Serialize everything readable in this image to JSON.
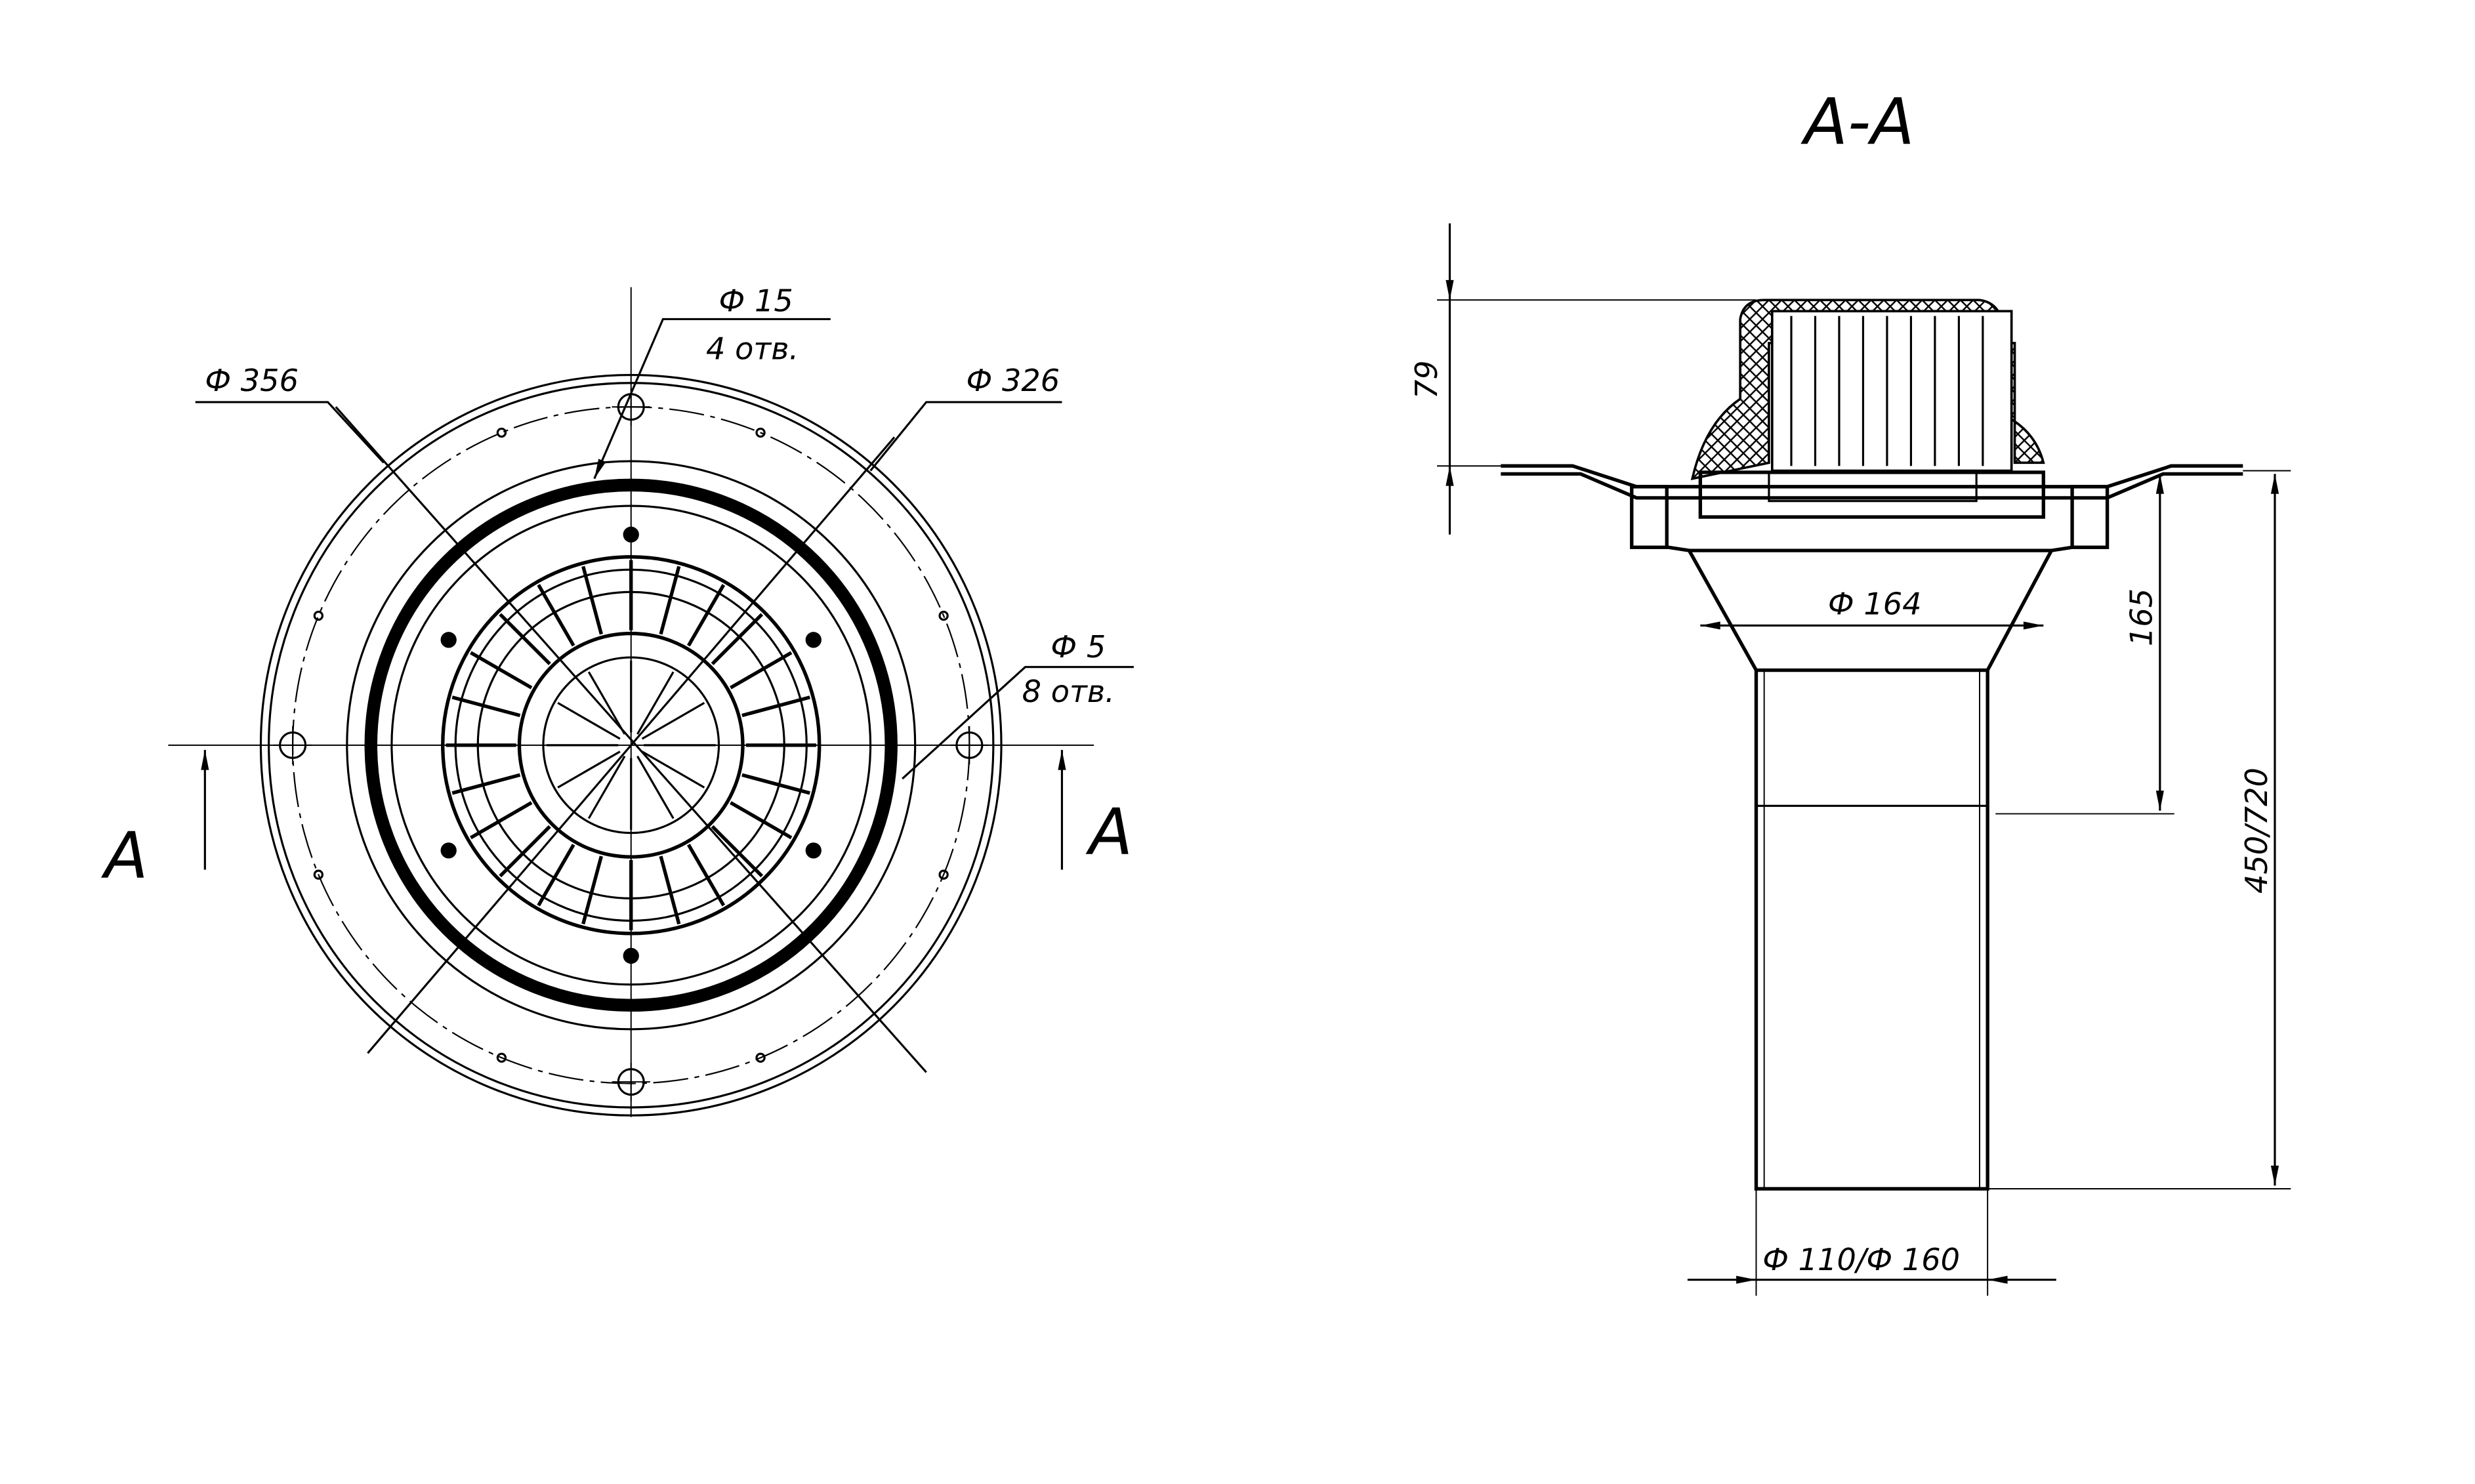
{
  "title": "A-A",
  "section_marks": {
    "left": "A",
    "right": "A"
  },
  "plan_view": {
    "dim_outer": "Ф 356",
    "dim_bolt_circle": "Ф 326",
    "dim_large_holes": "Ф 15",
    "large_holes_count": "4 отв.",
    "dim_small_holes": "Ф 5",
    "small_holes_count": "8 отв."
  },
  "section_view": {
    "dim_top_height": "79",
    "dim_funnel_diameter": "Ф 164",
    "dim_funnel_height": "165",
    "dim_total_height": "450/720",
    "dim_pipe_diameter": "Ф 110/Ф 160"
  },
  "colors": {
    "line": "#000000",
    "background": "#ffffff"
  }
}
